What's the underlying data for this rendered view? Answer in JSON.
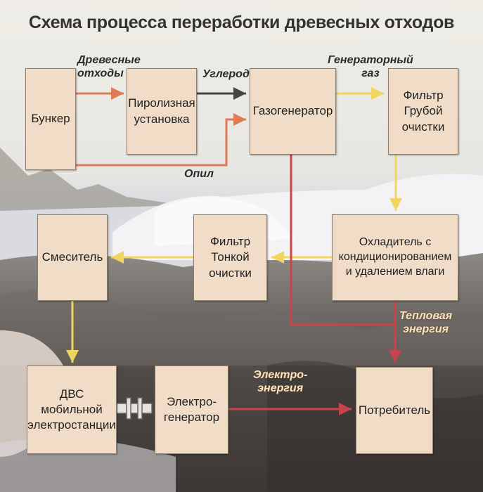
{
  "title": "Схема процесса переработки древесных отходов",
  "nodes": {
    "bunker": "Бункер",
    "pyrolysis": "Пиролизная\nустановка",
    "gasifier": "Газогенератор",
    "coarse_filter": "Фильтр\nГрубой\nочистки",
    "mixer": "Смеситель",
    "fine_filter": "Фильтр\nТонкой\nочистки",
    "cooler": "Охладитель с\nкондиционированием\nи удалением влаги",
    "engine": "ДВС\nмобильной\nэлектростанции",
    "generator": "Электро-\nгенератор",
    "consumer": "Потребитель"
  },
  "edge_labels": {
    "wood_waste": "Древесные\nотходы",
    "charcoal": "Углерод",
    "producer_gas": "Генераторный\nгаз",
    "sawdust": "Опил",
    "heat": "Тепловая\nэнергия",
    "electricity": "Электро-\nэнергия"
  },
  "colors": {
    "box_fill": "#f1ddc7",
    "wood_flow": "#e07a52",
    "carbon_flow": "#454545",
    "gas_flow": "#f0d660",
    "heat_flow": "#c9434b"
  }
}
